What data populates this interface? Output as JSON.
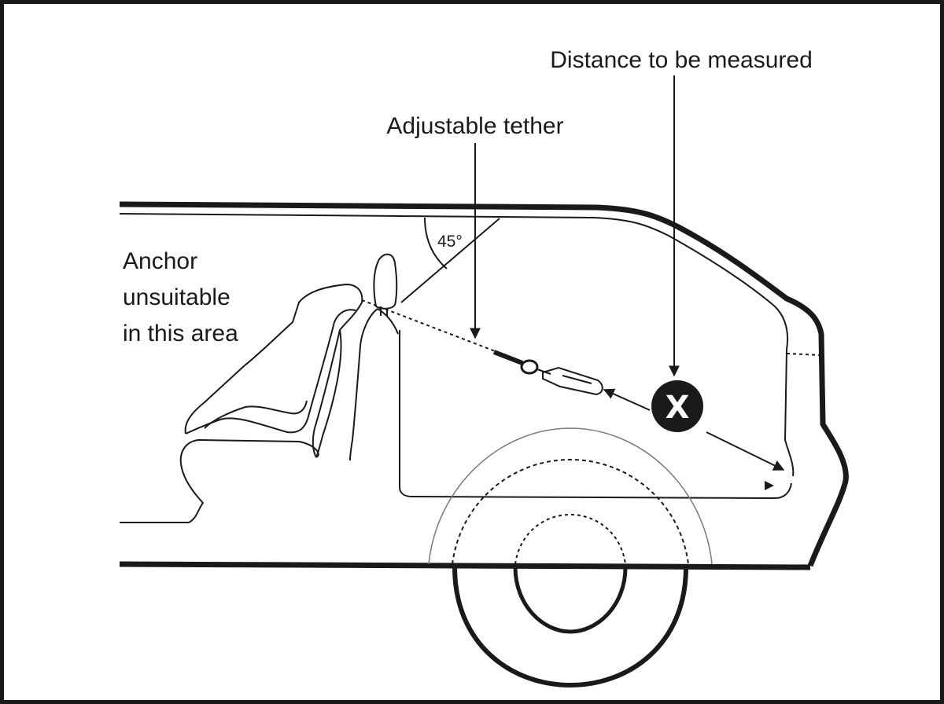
{
  "labels": {
    "distance": "Distance to be measured",
    "tether": "Adjustable tether",
    "anchor_line1": "Anchor",
    "anchor_line2": "unsuitable",
    "anchor_line3": "in this area",
    "angle": "45°",
    "marker": "X"
  }
}
